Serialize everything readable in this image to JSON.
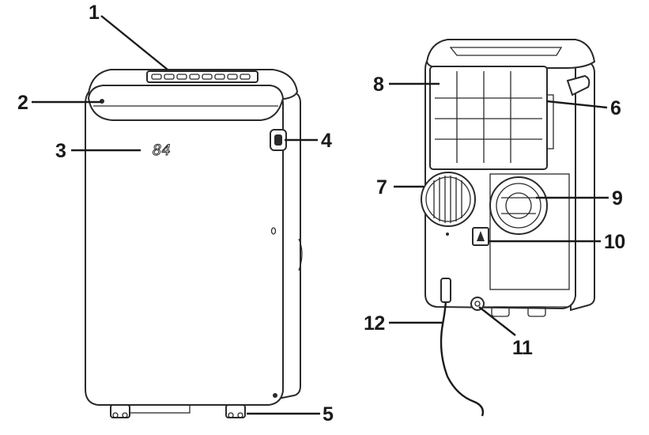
{
  "front_unit": {
    "display_reading": "84"
  },
  "callouts": [
    {
      "id": "1",
      "text": "1"
    },
    {
      "id": "2",
      "text": "2"
    },
    {
      "id": "3",
      "text": "3"
    },
    {
      "id": "4",
      "text": "4"
    },
    {
      "id": "5",
      "text": "5"
    },
    {
      "id": "6",
      "text": "6"
    },
    {
      "id": "7",
      "text": "7"
    },
    {
      "id": "8",
      "text": "8"
    },
    {
      "id": "9",
      "text": "9"
    },
    {
      "id": "10",
      "text": "10"
    },
    {
      "id": "11",
      "text": "11"
    },
    {
      "id": "12",
      "text": "12"
    }
  ]
}
